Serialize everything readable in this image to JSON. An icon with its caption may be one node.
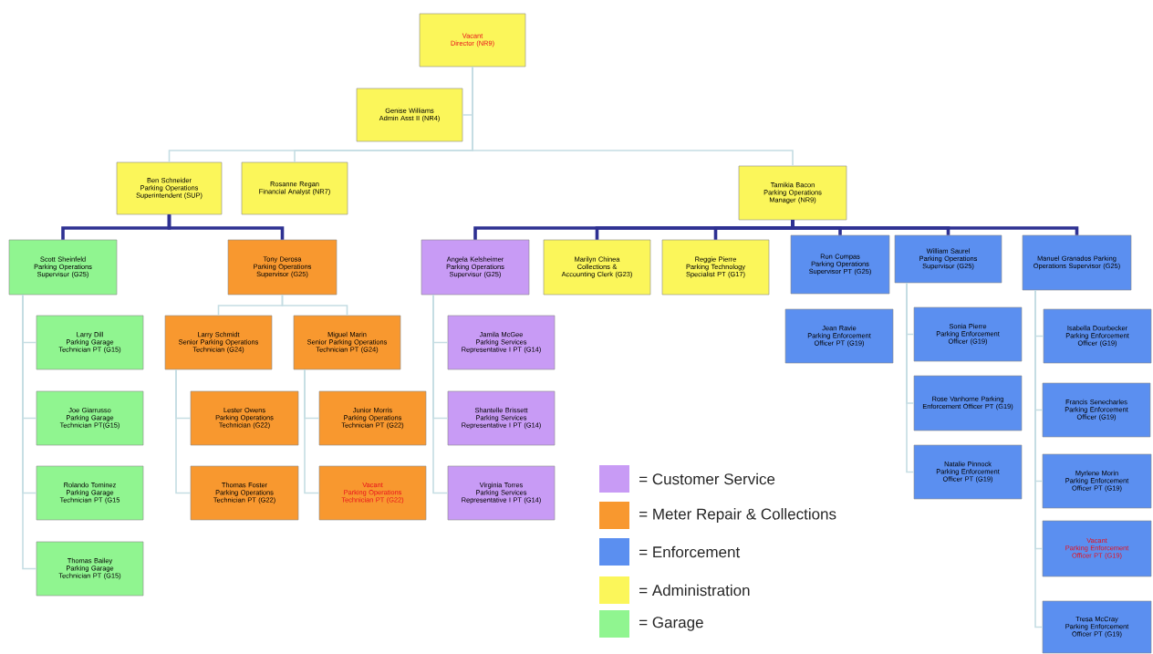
{
  "diagram": {
    "nodes": [
      {
        "text": [
          "Vacant",
          "Director (NR9)"
        ]
      },
      {
        "text": [
          "Genise Williams",
          "Admin Asst II (NR4)"
        ]
      },
      {
        "text": [
          "Ben Schneider",
          "Parking Operations Superintendent (SUP)"
        ]
      },
      {
        "text": [
          "Rosanne Regan",
          "Financial Analyst (NR7)"
        ]
      },
      {
        "text": [
          "Tamikia Bacon",
          "Parking Operations Manager (NR9)"
        ]
      },
      {
        "text": [
          "Scott Sheinfeld",
          "Parking Operations Supervisor (G25)"
        ]
      },
      {
        "text": [
          "Tony Derosa",
          "Parking Operations Supervisor (G25)"
        ]
      },
      {
        "text": [
          "Larry Dill",
          "Parking Garage Technician PT (G15)"
        ]
      },
      {
        "text": [
          "Joe Giarrusso",
          "Parking Garage Technician PT(G15)"
        ]
      },
      {
        "text": [
          "Rolando Tominez",
          "Parking Garage Technician PT (G15"
        ]
      },
      {
        "text": [
          "Thomas Bailey",
          "Parking Garage Technician PT (G15)"
        ]
      },
      {
        "text": [
          "Larry Schmidt",
          "Senior Parking Operations Technician (G24)"
        ]
      },
      {
        "text": [
          "Miguel Marin",
          "Senior Parking Operations Technician PT (G24)"
        ]
      },
      {
        "text": [
          "Lester Owens",
          "Parking Operations Technician (G22)"
        ]
      },
      {
        "text": [
          "Thomas Foster",
          "Parking Operations Technician PT (G22)"
        ]
      },
      {
        "text": [
          "Junior Morris",
          "Parking Operations Technician PT (G22)"
        ]
      },
      {
        "text": [
          "Vacant",
          "Parking Operations Technician PT (G22)"
        ]
      },
      {
        "text": [
          "Angela Kelsheimer",
          "Parking Operations Supervisor (G25)"
        ]
      },
      {
        "text": [
          "Marilyn Chinea",
          "Collections & Accounting Clerk (G23)"
        ]
      },
      {
        "text": [
          "Reggie Pierre",
          "Parking Technology Specialist PT (G17)"
        ]
      },
      {
        "text": [
          "Jamila McGee",
          "Parking Services Representative I PT (G14)"
        ]
      },
      {
        "text": [
          "Shantelle Brissett",
          "Parking Services Representative I PT (G14)"
        ]
      },
      {
        "text": [
          "Virginia Torres",
          "Parking Services Representative I PT (G14)"
        ]
      },
      {
        "text": [
          "Ron Compas",
          "Parking Operations Supervisor PT (G25)"
        ]
      },
      {
        "text": [
          "William Saurel",
          "Parking Operations Supervisor (G25)"
        ]
      },
      {
        "text": [
          "Manuel Granados Parking Operations Supervisor (G25)"
        ]
      },
      {
        "text": [
          "Jean Ravie",
          "Parking Enforcement Officer PT (G19)"
        ]
      },
      {
        "text": [
          "Sonia Pierre",
          "Parking Enforcement Officer (G19)"
        ]
      },
      {
        "text": [
          "Rose Vanhorne Parking Enforcement Officer PT (G19)"
        ]
      },
      {
        "text": [
          "Natalie Pinnock",
          "Parking Enforcement Officer PT (G19)"
        ]
      },
      {
        "text": [
          "Isabella Dourbecker",
          "Parking Enforcement Officer (G19)"
        ]
      },
      {
        "text": [
          "Francis Senecharles",
          "Parking Enforcement Officer (G19)"
        ]
      },
      {
        "text": [
          "Myrlene Morin",
          "Parking Enforcement Officer PT (G19)"
        ]
      },
      {
        "text": [
          "Vacant",
          "Parking Enforcement Officer PT (G19)"
        ]
      },
      {
        "text": [
          "Tresa McCray",
          "Parking Enforcement Officer PT (G19)"
        ]
      }
    ],
    "edges": [
      {
        "from": 0,
        "to": 1,
        "arrow": "none"
      },
      {
        "from": 0,
        "to": 2,
        "arrow": "none"
      },
      {
        "from": 0,
        "to": 3,
        "arrow": "none"
      },
      {
        "from": 0,
        "to": 4,
        "arrow": "none"
      },
      {
        "from": 2,
        "to": 5,
        "arrow": "none",
        "style": "thick",
        "color": "#2e3192"
      },
      {
        "from": 2,
        "to": 6,
        "arrow": "none",
        "style": "thick",
        "color": "#2e3192"
      },
      {
        "from": 5,
        "to": 7,
        "arrow": "none"
      },
      {
        "from": 5,
        "to": 8,
        "arrow": "none"
      },
      {
        "from": 5,
        "to": 9,
        "arrow": "none"
      },
      {
        "from": 5,
        "to": 10,
        "arrow": "none"
      },
      {
        "from": 6,
        "to": 11,
        "arrow": "none"
      },
      {
        "from": 6,
        "to": 12,
        "arrow": "none"
      },
      {
        "from": 11,
        "to": 13,
        "arrow": "none"
      },
      {
        "from": 11,
        "to": 14,
        "arrow": "none"
      },
      {
        "from": 12,
        "to": 15,
        "arrow": "none"
      },
      {
        "from": 12,
        "to": 16,
        "arrow": "none"
      },
      {
        "from": 4,
        "to": 17,
        "arrow": "none",
        "style": "thick",
        "color": "#2e3192"
      },
      {
        "from": 4,
        "to": 18,
        "arrow": "none",
        "style": "thick",
        "color": "#2e3192"
      },
      {
        "from": 4,
        "to": 19,
        "arrow": "none",
        "style": "thick",
        "color": "#2e3192"
      },
      {
        "from": 4,
        "to": 23,
        "arrow": "none",
        "style": "thick",
        "color": "#2e3192"
      },
      {
        "from": 4,
        "to": 24,
        "arrow": "none",
        "style": "thick",
        "color": "#2e3192"
      },
      {
        "from": 4,
        "to": 25,
        "arrow": "none",
        "style": "thick",
        "color": "#2e3192"
      },
      {
        "from": 17,
        "to": 20,
        "arrow": "none"
      },
      {
        "from": 17,
        "to": 21,
        "arrow": "none"
      },
      {
        "from": 17,
        "to": 22,
        "arrow": "none"
      },
      {
        "from": 24,
        "to": 27,
        "arrow": "none"
      },
      {
        "from": 24,
        "to": 28,
        "arrow": "none"
      },
      {
        "from": 24,
        "to": 29,
        "arrow": "none"
      },
      {
        "from": 25,
        "to": 30,
        "arrow": "none"
      },
      {
        "from": 25,
        "to": 31,
        "arrow": "none"
      },
      {
        "from": 25,
        "to": 32,
        "arrow": "none"
      },
      {
        "from": 25,
        "to": 33,
        "arrow": "none"
      },
      {
        "from": 25,
        "to": 34,
        "arrow": "none"
      }
    ],
    "legend": [
      {
        "text": "= Customer Service",
        "color": "#c89bf5"
      },
      {
        "text": "= Meter Repair & Collections",
        "color": "#f8982f"
      },
      {
        "text": "= Enforcement",
        "color": "#5b8ff0"
      },
      {
        "text": "= Administration",
        "color": "#fbf65a"
      },
      {
        "text": "= Garage",
        "color": "#90f590"
      }
    ]
  }
}
